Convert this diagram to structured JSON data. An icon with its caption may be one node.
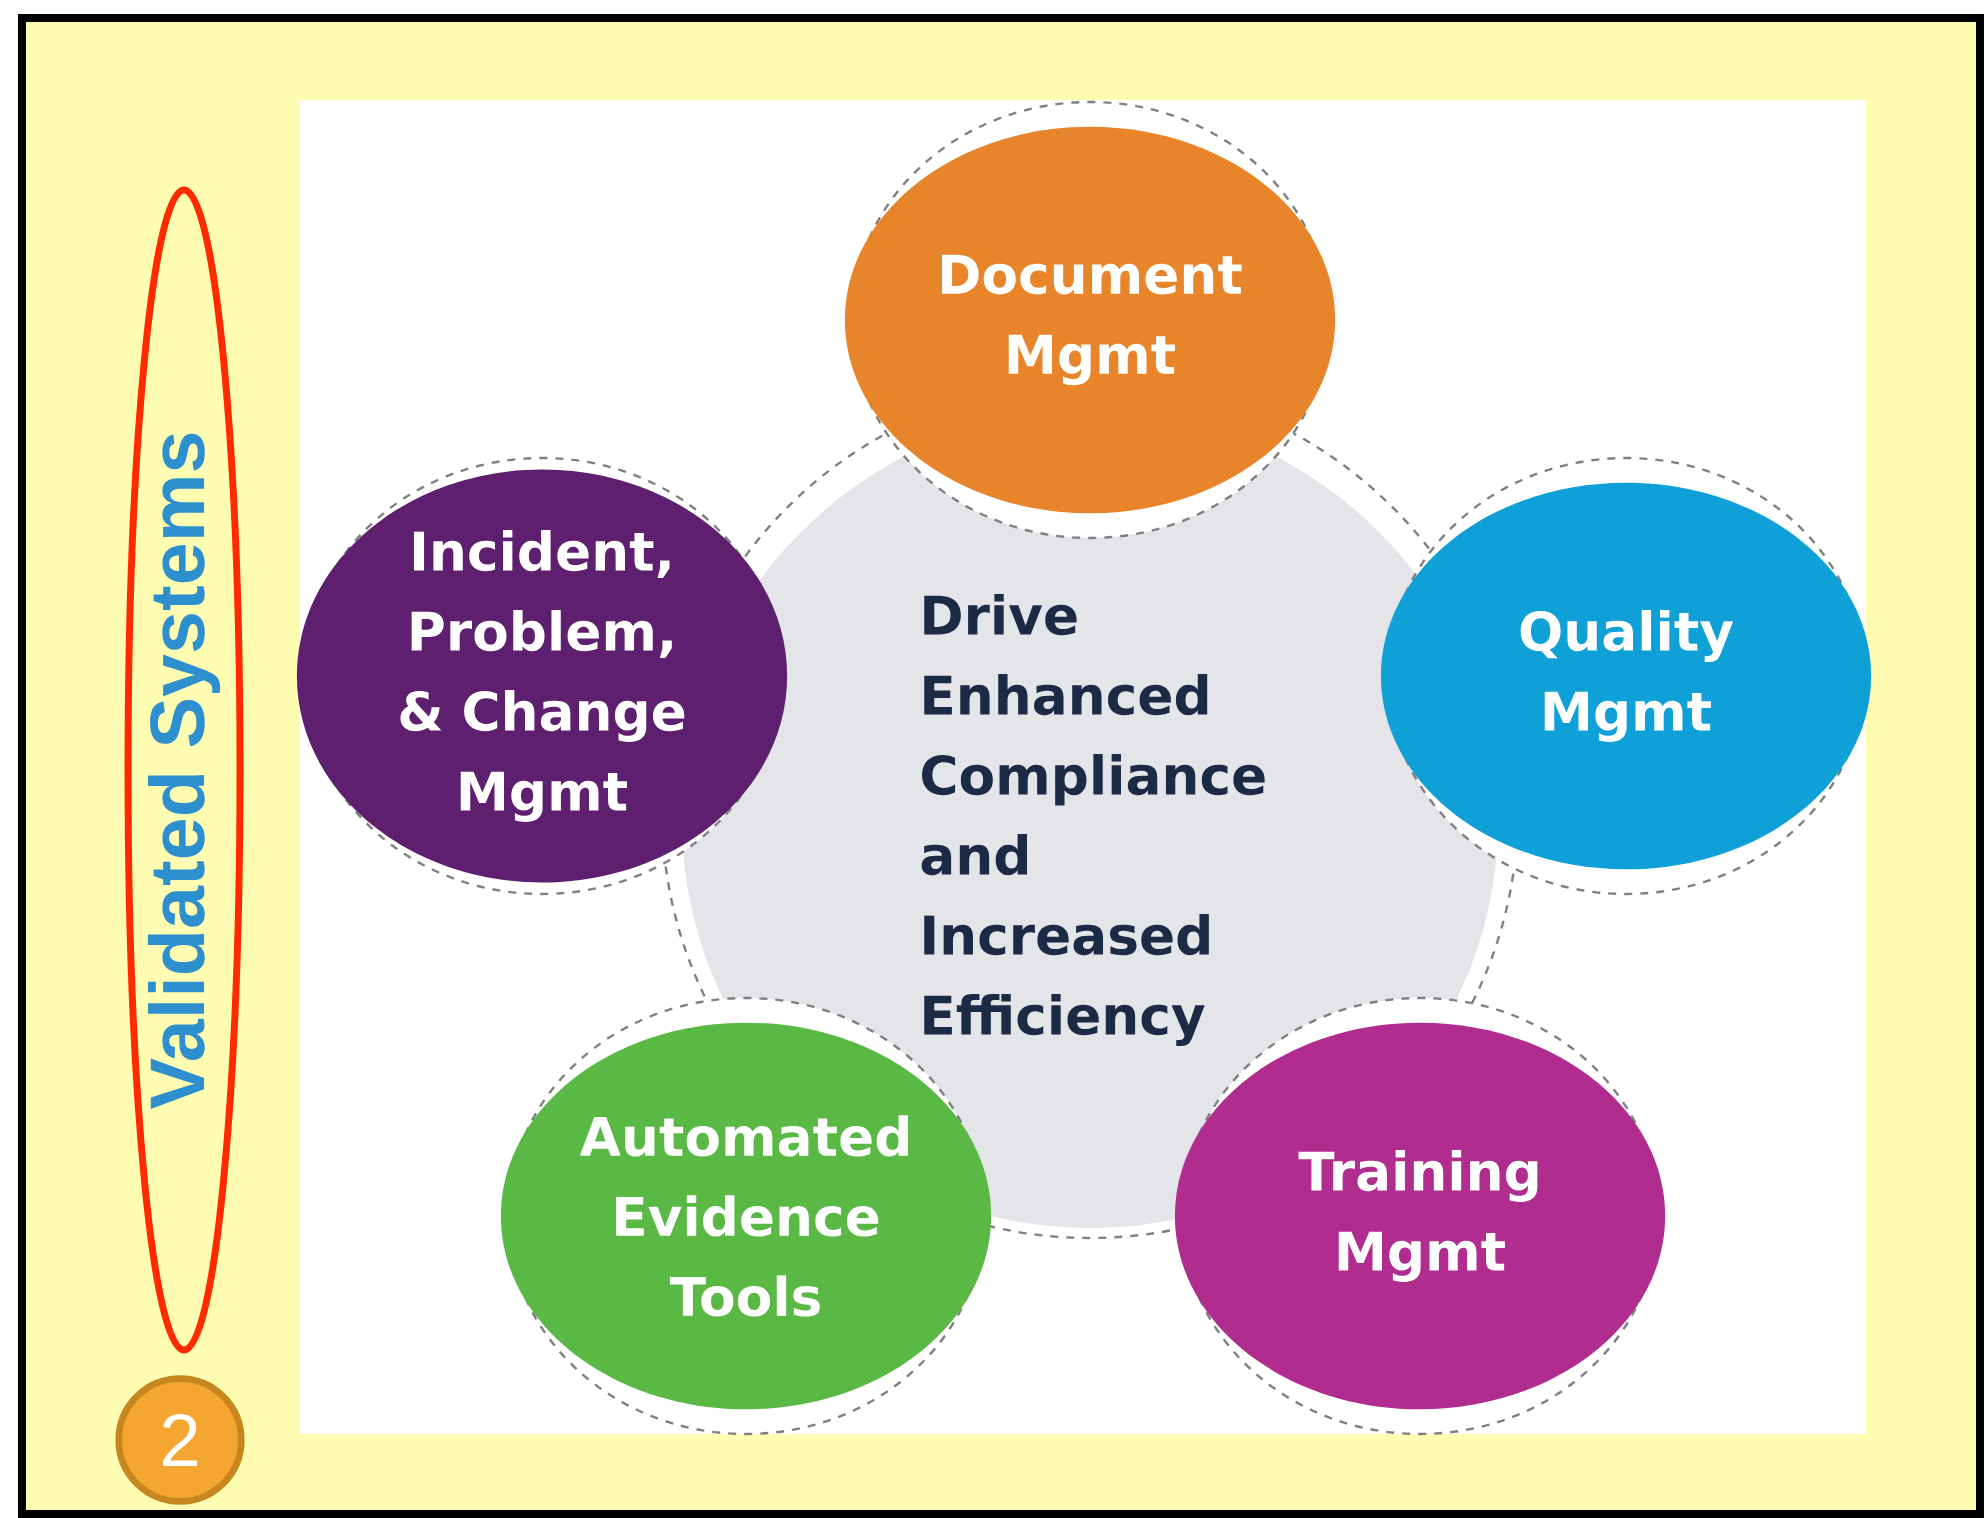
{
  "diagram": {
    "nodes": [
      {
        "text": [
          "Drive Enhanced Compliance and Increased Efficiency"
        ]
      },
      {
        "text": [
          "Document Mgmt"
        ]
      },
      {
        "text": [
          "Quality Mgmt"
        ]
      },
      {
        "text": [
          "Training Mgmt"
        ]
      },
      {
        "text": [
          "Automated Evidence Tools"
        ]
      },
      {
        "text": [
          "Incident, Problem, & Change Mgmt"
        ]
      },
      {
        "text": [
          "Validated Systems"
        ]
      },
      {
        "text": [
          "2"
        ]
      }
    ]
  }
}
